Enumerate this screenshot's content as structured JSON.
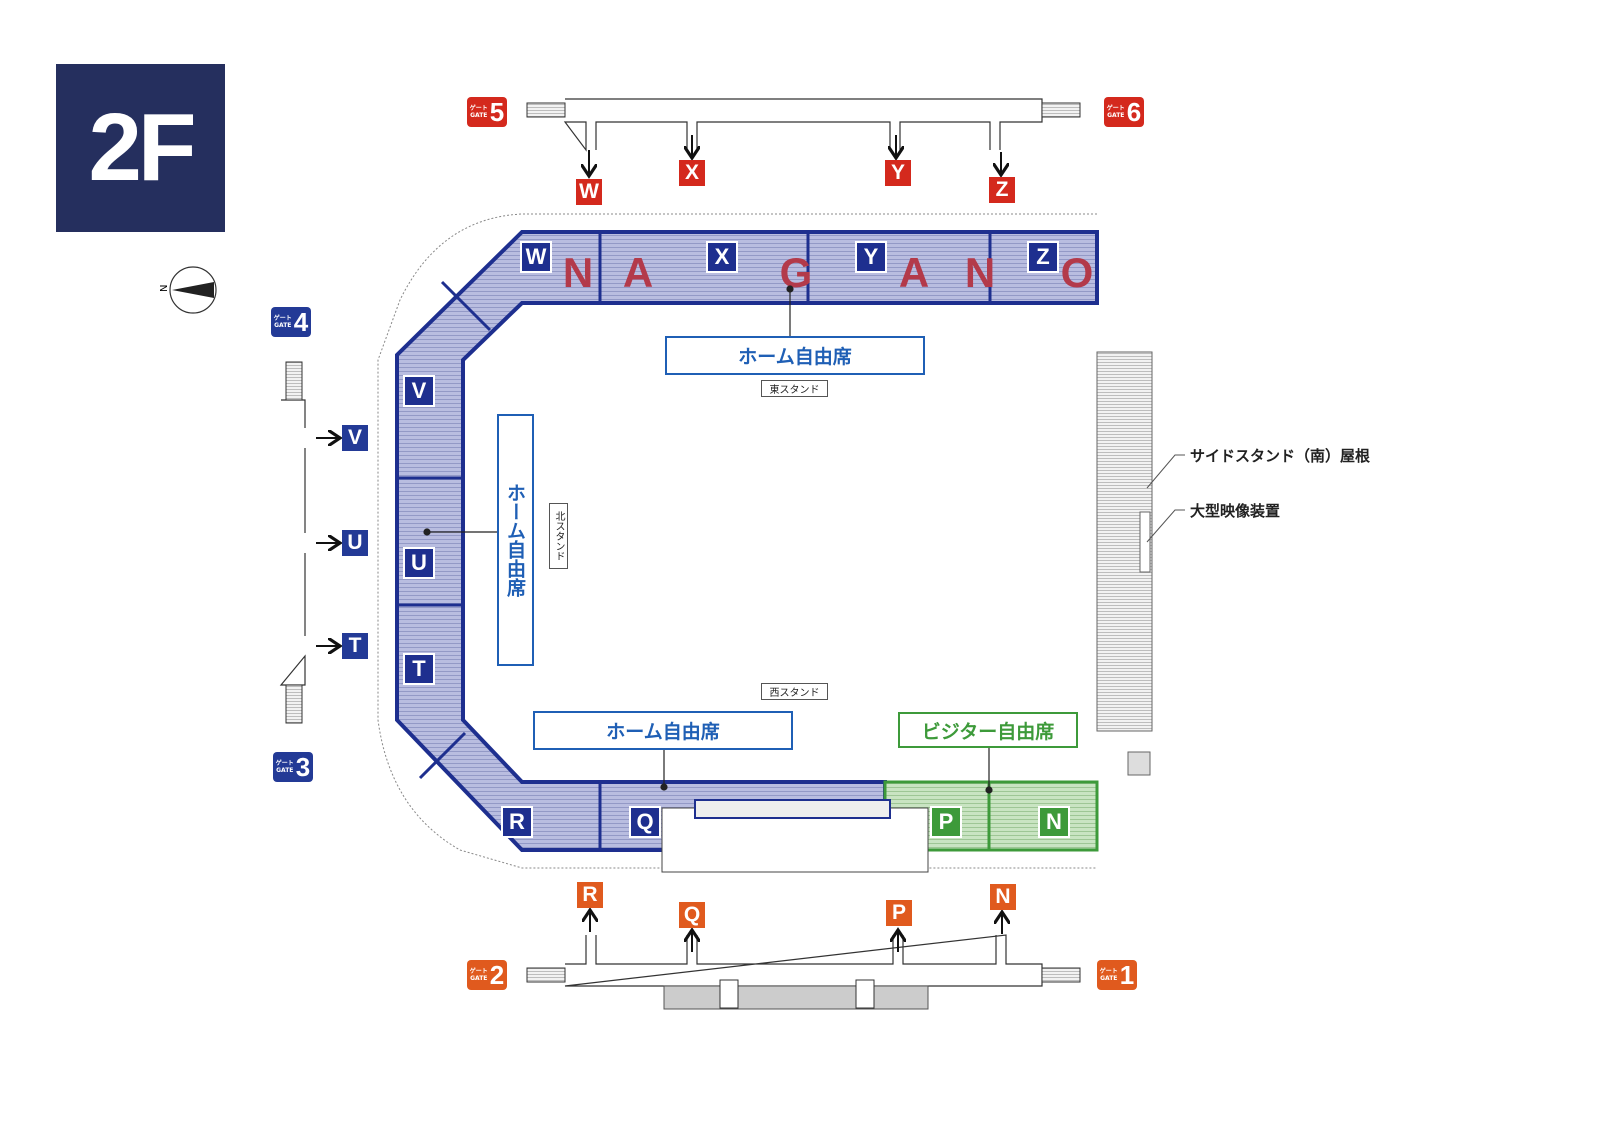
{
  "floor_label": "2F",
  "compass": {
    "north_label": "N"
  },
  "gates": [
    {
      "id": "5",
      "label_jp": "ゲート",
      "label_en": "GATE",
      "number": "5",
      "color": "#d4291d"
    },
    {
      "id": "6",
      "label_jp": "ゲート",
      "label_en": "GATE",
      "number": "6",
      "color": "#d4291d"
    },
    {
      "id": "4",
      "label_jp": "ゲート",
      "label_en": "GATE",
      "number": "4",
      "color": "#233a96"
    },
    {
      "id": "3",
      "label_jp": "ゲート",
      "label_en": "GATE",
      "number": "3",
      "color": "#233a96"
    },
    {
      "id": "2",
      "label_jp": "ゲート",
      "label_en": "GATE",
      "number": "2",
      "color": "#e05a1e"
    },
    {
      "id": "1",
      "label_jp": "ゲート",
      "label_en": "GATE",
      "number": "1",
      "color": "#e05a1e"
    }
  ],
  "entrances": {
    "top": [
      "W",
      "X",
      "Y",
      "Z"
    ],
    "left": [
      "V",
      "U",
      "T"
    ],
    "bottom": [
      "R",
      "Q",
      "P",
      "N"
    ]
  },
  "sections": {
    "home": [
      "W",
      "X",
      "Y",
      "Z",
      "V",
      "U",
      "T",
      "R",
      "Q"
    ],
    "visitor": [
      "P",
      "N"
    ]
  },
  "seat_areas": {
    "home_east": "ホーム自由席",
    "home_north": "ホーム自由席",
    "home_west": "ホーム自由席",
    "visitor": "ビジター自由席"
  },
  "stands": {
    "east": "東スタンド",
    "north": "北スタンド",
    "west": "西スタンド"
  },
  "seat_lettering": "NAGANO",
  "notes": {
    "side_stand_roof": "サイドスタンド（南）屋根",
    "large_screen": "大型映像装置"
  },
  "colors": {
    "home": "#1e2f8f",
    "home_fill": "#b9bde0",
    "visitor": "#3d9a3a",
    "visitor_fill": "#c9e4c2",
    "callout_blue": "#1f5fb5"
  }
}
